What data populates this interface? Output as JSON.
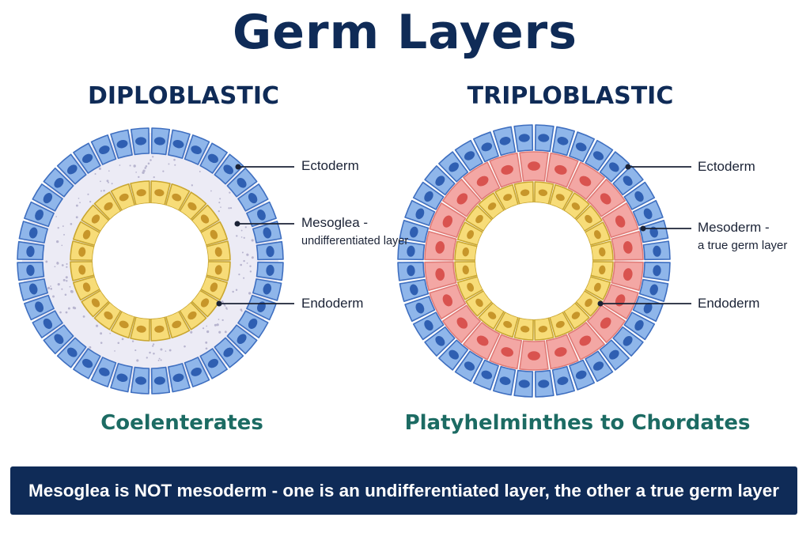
{
  "title": "Germ Layers",
  "left": {
    "heading": "DIPLOBLASTIC",
    "caption": "Coelenterates",
    "labels": {
      "ectoderm": "Ectoderm",
      "mesoglea_line1": "Mesoglea -",
      "mesoglea_line2": "undifferentiated layer",
      "endoderm": "Endoderm"
    }
  },
  "right": {
    "heading": "TRIPLOBLASTIC",
    "caption": "Platyhelminthes to Chordates",
    "labels": {
      "ectoderm": "Ectoderm",
      "mesoderm_line1": "Mesoderm -",
      "mesoderm_line2": "a true germ layer",
      "endoderm": "Endoderm"
    }
  },
  "banner": "Mesoglea is NOT mesoderm - one is an undifferentiated layer, the other a true germ layer",
  "colors": {
    "navy": "#0f2b57",
    "teal": "#1c6b63",
    "ectoderm_fill": "#8fb6ea",
    "ectoderm_stroke": "#3f6fc0",
    "ectoderm_nucleus": "#2f5fb2",
    "mesoderm_fill": "#f3a7a4",
    "mesoderm_stroke": "#e07a76",
    "mesoderm_nucleus": "#d9534f",
    "endoderm_fill": "#f7dc78",
    "endoderm_stroke": "#c9a630",
    "endoderm_nucleus": "#c7962a",
    "mesoglea_fill": "#ecebf5"
  }
}
